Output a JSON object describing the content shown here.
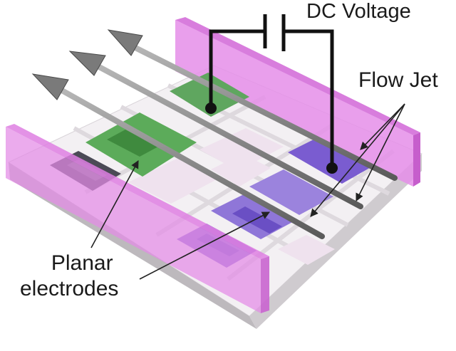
{
  "labels": {
    "dc_voltage": "DC Voltage",
    "flow_jet": "Flow Jet",
    "planar_line1": "Planar",
    "planar_line2": "electrodes"
  },
  "colors": {
    "channel_wall": "#e27ae8",
    "electrode_green": "#4f9a52",
    "electrode_purple": "#8c6bd8",
    "substrate": "#f1eef1",
    "rod": "#8e8e8e",
    "wire": "#111111"
  }
}
